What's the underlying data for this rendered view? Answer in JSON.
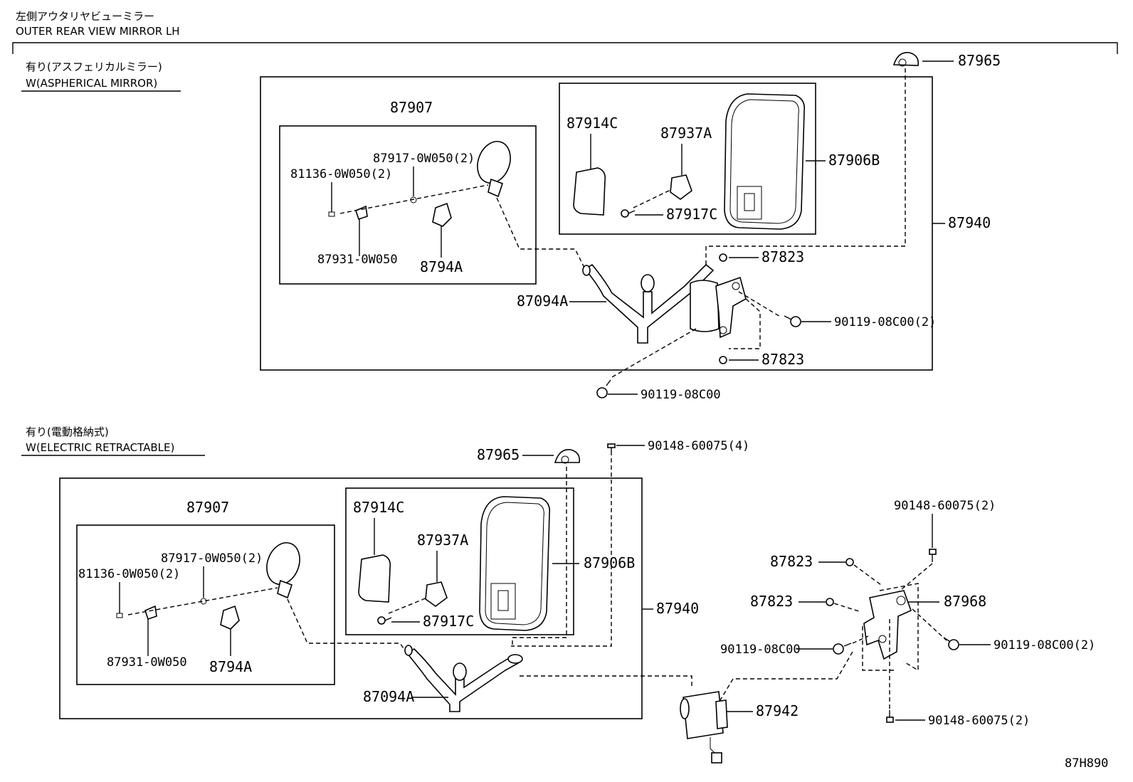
{
  "header": {
    "title_ja": "左側アウタリヤビューミラー",
    "title_en": "OUTER REAR VIEW MIRROR LH"
  },
  "section_top": {
    "label_ja": "有り(アスフェリカルミラー)",
    "label_en": "W(ASPHERICAL MIRROR)"
  },
  "section_bottom": {
    "label_ja": "有り(電動格納式)",
    "label_en": "W(ELECTRIC RETRACTABLE)"
  },
  "top_parts": {
    "p87965": "87965",
    "p87907": "87907",
    "p87917_0w050": "87917-0W050(2)",
    "p81136": "81136-0W050(2)",
    "p87931": "87931-0W050",
    "p8794a": "8794A",
    "p87914c": "87914C",
    "p87937a": "87937A",
    "p87906b": "87906B",
    "p87917c": "87917C",
    "p87940": "87940",
    "p87823a": "87823",
    "p87823b": "87823",
    "p87094a": "87094A",
    "p90119_2": "90119-08C00(2)",
    "p90119": "90119-08C00"
  },
  "bottom_parts": {
    "p87965": "87965",
    "p90148_4": "90148-60075(4)",
    "p87907": "87907",
    "p87917_0w050": "87917-0W050(2)",
    "p81136": "81136-0W050(2)",
    "p87931": "87931-0W050",
    "p8794a": "8794A",
    "p87914c": "87914C",
    "p87937a": "87937A",
    "p87906b": "87906B",
    "p87917c": "87917C",
    "p87940": "87940",
    "p87094a": "87094A",
    "p90148_2a": "90148-60075(2)",
    "p87823a": "87823",
    "p87823b": "87823",
    "p87968": "87968",
    "p90119": "90119-08C00",
    "p90119_2": "90119-08C00(2)",
    "p87942": "87942",
    "p90148_2b": "90148-60075(2)"
  },
  "footer": {
    "diagram_code": "87H890"
  }
}
